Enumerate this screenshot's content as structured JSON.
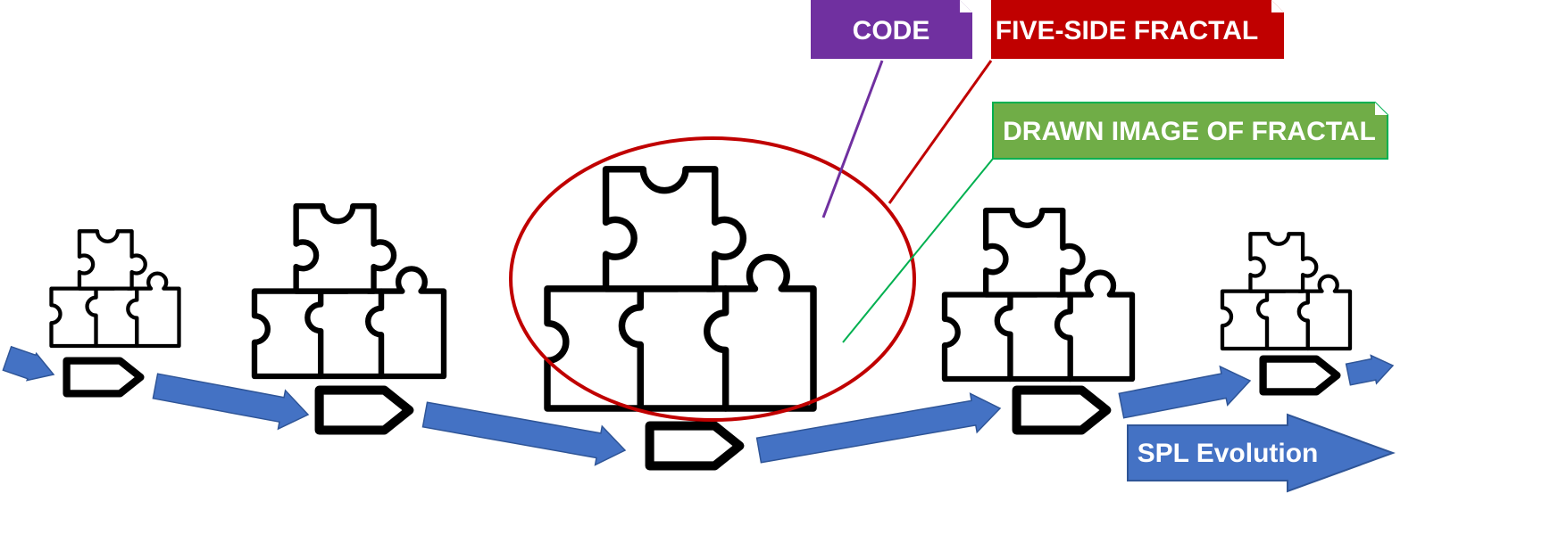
{
  "labels": {
    "code": "CODE",
    "five_side_fractal": "FIVE-SIDE FRACTAL",
    "drawn_image": "DRAWN IMAGE OF FRACTAL",
    "spl_evolution": "SPL Evolution"
  },
  "colors": {
    "code_box": "#7030A0",
    "fractal_box": "#C00000",
    "image_box": "#70AD47",
    "image_line": "#00B050",
    "evolution_arrow": "#4472C4",
    "ellipse": "#C00000",
    "piece_outline": "#000000"
  },
  "icons": [
    "puzzle-icon",
    "tag-icon",
    "arrow-icon"
  ]
}
